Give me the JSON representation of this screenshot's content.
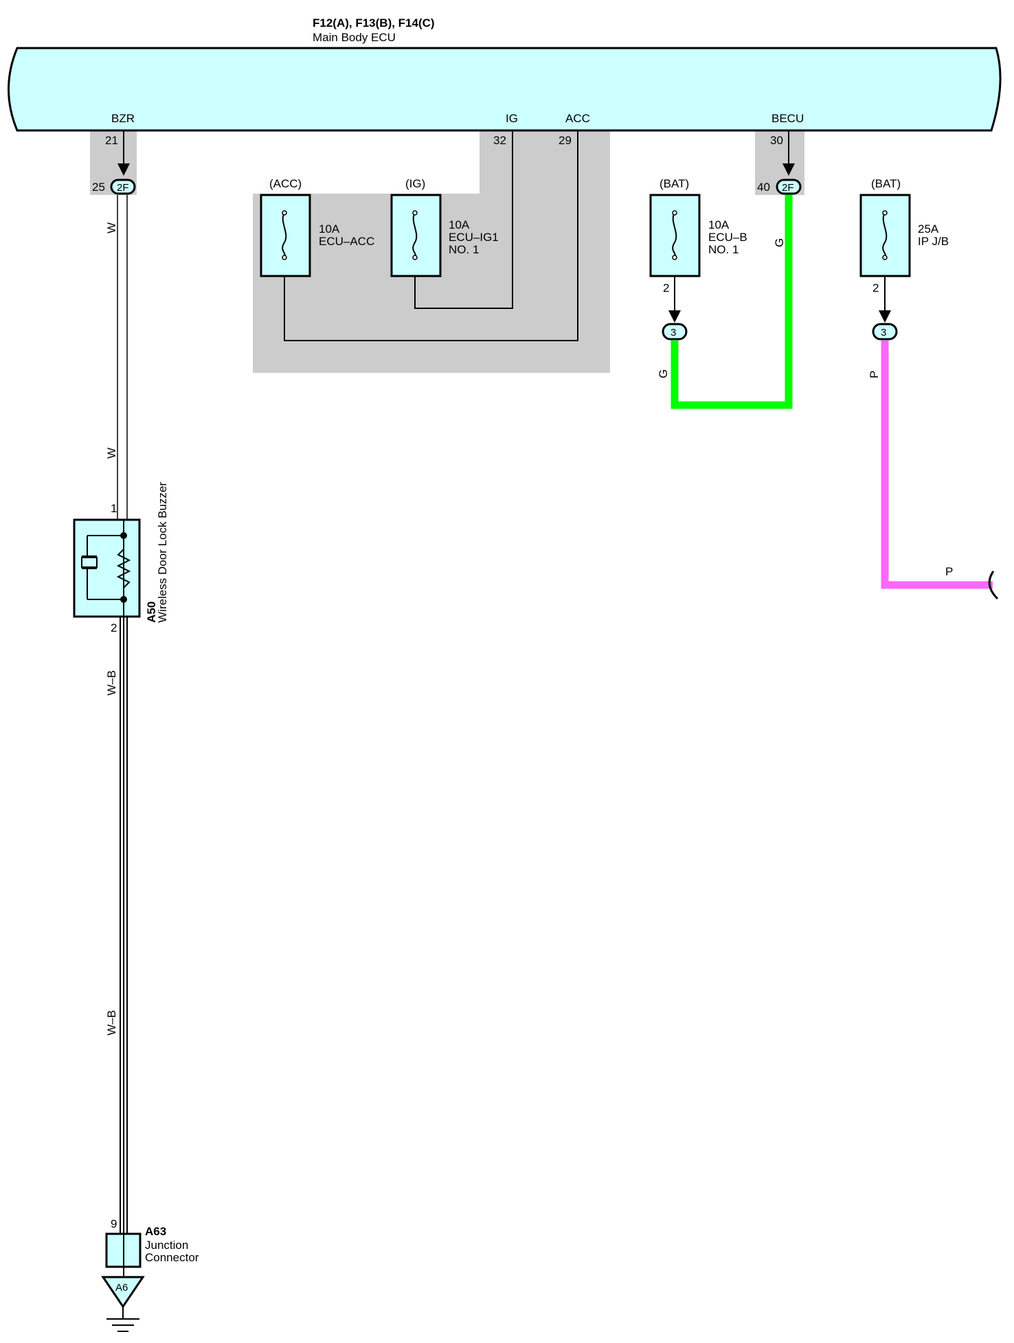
{
  "ecu": {
    "connectors": "F12(A), F13(B), F14(C)",
    "name": "Main Body ECU",
    "pins": {
      "bzr": {
        "name": "BZR",
        "number": "21"
      },
      "ig": {
        "name": "IG",
        "number": "32"
      },
      "acc": {
        "name": "ACC",
        "number": "29"
      },
      "becu": {
        "name": "BECU",
        "number": "30"
      }
    }
  },
  "inline_connectors": {
    "left": {
      "pin": "25",
      "code": "2F"
    },
    "right": {
      "pin": "40",
      "code": "2F"
    }
  },
  "fuses": {
    "acc": {
      "source": "(ACC)",
      "rating": "10A",
      "name": "ECU–ACC"
    },
    "ig": {
      "source": "(IG)",
      "rating": "10A",
      "name": "ECU–IG1",
      "name2": "NO. 1"
    },
    "ecub": {
      "source": "(BAT)",
      "rating": "10A",
      "name": "ECU–B",
      "name2": "NO. 1",
      "pin": "2",
      "connector": "3"
    },
    "ipjb": {
      "source": "(BAT)",
      "rating": "25A",
      "name": "IP J/B",
      "pin": "2",
      "connector": "3"
    }
  },
  "wires": {
    "w_top": "W",
    "w_mid": "W",
    "wb_top": "W–B",
    "wb_bottom": "W–B",
    "g_right": "G",
    "g_left": "G",
    "p_vertical": "P",
    "p_horizontal": "P"
  },
  "buzzer": {
    "code": "A50",
    "name": "Wireless Door Lock Buzzer",
    "pin1": "1",
    "pin2": "2"
  },
  "junction": {
    "code": "A63",
    "line1": "Junction",
    "line2": "Connector",
    "pin": "9"
  },
  "ground": {
    "code": "A6"
  },
  "colors": {
    "ecu_fill": "#ccffff",
    "shade": "#cccccc",
    "green_wire": "#00ff00",
    "pink_wire": "#ff66ff",
    "line": "#000000"
  }
}
